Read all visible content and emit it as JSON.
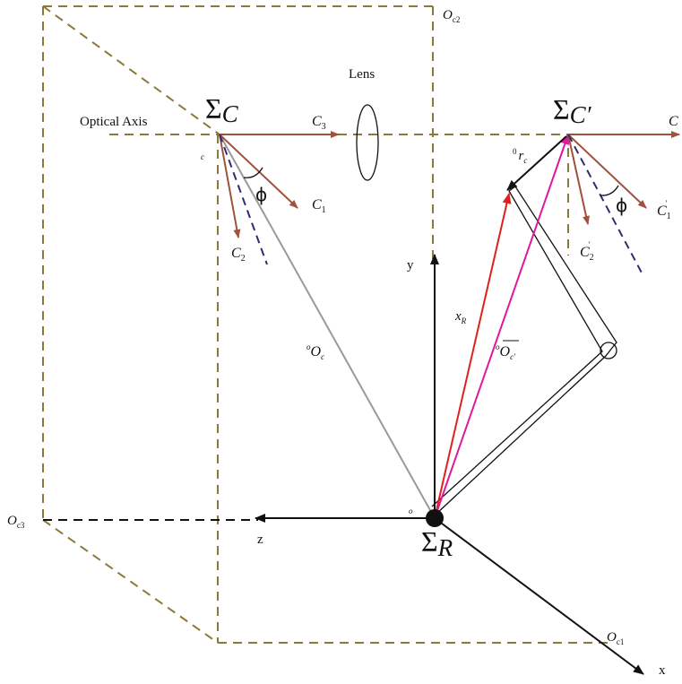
{
  "labels": {
    "optical_axis": "Optical Axis",
    "lens": "Lens",
    "sigma": "Σ",
    "sigma_c_sub": "C",
    "sigma_cprime_sub": "C′",
    "sigma_r_sub": "R",
    "c1": "C",
    "c1_sub": "1",
    "c2": "C",
    "c2_sub": "2",
    "c3": "C",
    "c3_sub": "3",
    "c_right": "C",
    "c1p": "C",
    "c1p_sub": "1",
    "c1p_prime": "'",
    "c2p": "C",
    "c2p_sub": "2",
    "c2p_prime": "'",
    "phi": "ϕ",
    "phi_right": "ϕ",
    "small_c": "c",
    "o_superscript": "o",
    "oc_main": "O",
    "oc_sub": "c",
    "ocbar_main": "O",
    "ocbar_sub": "c'",
    "ocbar_sup": "o",
    "zero_r_sup": "0",
    "r_main": "r",
    "r_sub": "c",
    "xr_main": "x",
    "xr_sub": "R",
    "origin_o": "o",
    "axis_x": "x",
    "axis_y": "y",
    "axis_z": "z",
    "oc1_main": "O",
    "oc1_sub": "c1",
    "oc2_main": "O",
    "oc2_sub": "c2",
    "oc3_main": "O",
    "oc3_sub": "c3"
  },
  "colors": {
    "dashed_frame": "#8a7a3a",
    "camera_axes": "#a0523c",
    "view_dashed": "#2e2e6e",
    "gray_vector": "#9a9a9a",
    "red_vector": "#e0201c",
    "magenta_vector": "#e0189a",
    "black": "#111111"
  },
  "icons": {
    "origin_marker": "filled-circle",
    "robot_arm": "robot-arm-outline",
    "lens": "lens-ellipse"
  }
}
